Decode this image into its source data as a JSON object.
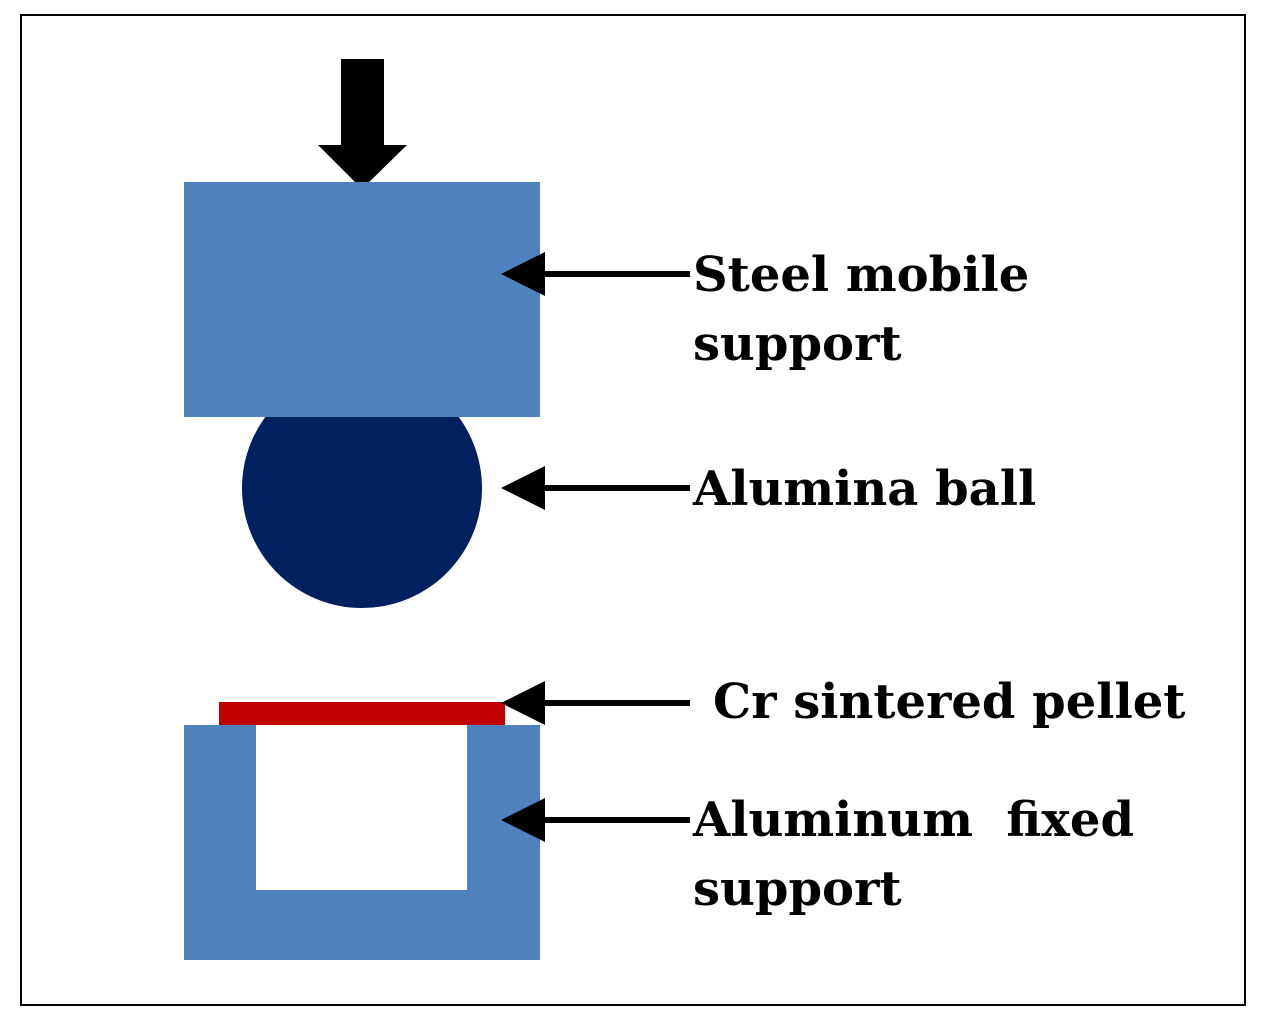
{
  "colors": {
    "steel_support": "#4f81bd",
    "alumina_ball": "#002060",
    "pellet": "#c00000",
    "aluminum_support": "#4f81bd",
    "arrows": "#000000",
    "frame": "#000000",
    "background": "#ffffff"
  },
  "components": {
    "steel_support": {
      "line1": "Steel mobile",
      "line2": "support"
    },
    "alumina_ball": {
      "label": "Alumina ball"
    },
    "pellet": {
      "label": "Cr sintered pellet"
    },
    "aluminum_support": {
      "line1": "Aluminum  fixed",
      "line2": "support"
    }
  },
  "icons": {
    "load": "down-arrow-icon",
    "pointer": "left-arrow-icon"
  }
}
